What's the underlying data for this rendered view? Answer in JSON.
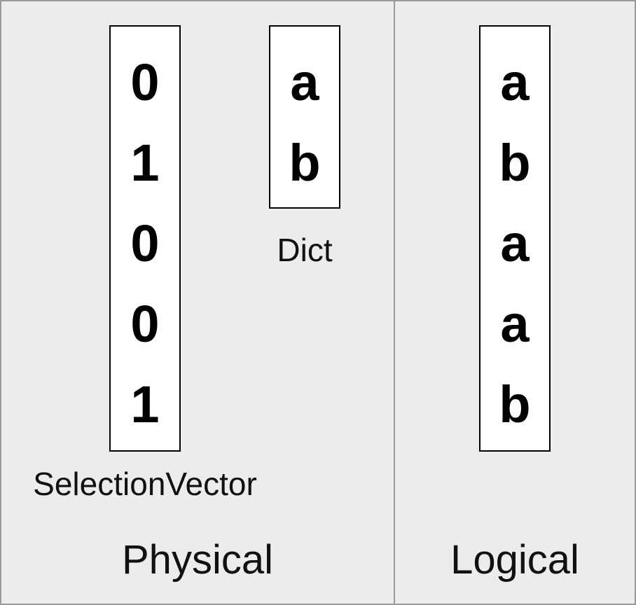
{
  "physical": {
    "title": "Physical",
    "selection_vector": {
      "label": "SelectionVector",
      "values": [
        "0",
        "1",
        "0",
        "0",
        "1"
      ]
    },
    "dict": {
      "label": "Dict",
      "values": [
        "a",
        "b"
      ]
    }
  },
  "logical": {
    "title": "Logical",
    "values": [
      "a",
      "b",
      "a",
      "a",
      "b"
    ]
  }
}
